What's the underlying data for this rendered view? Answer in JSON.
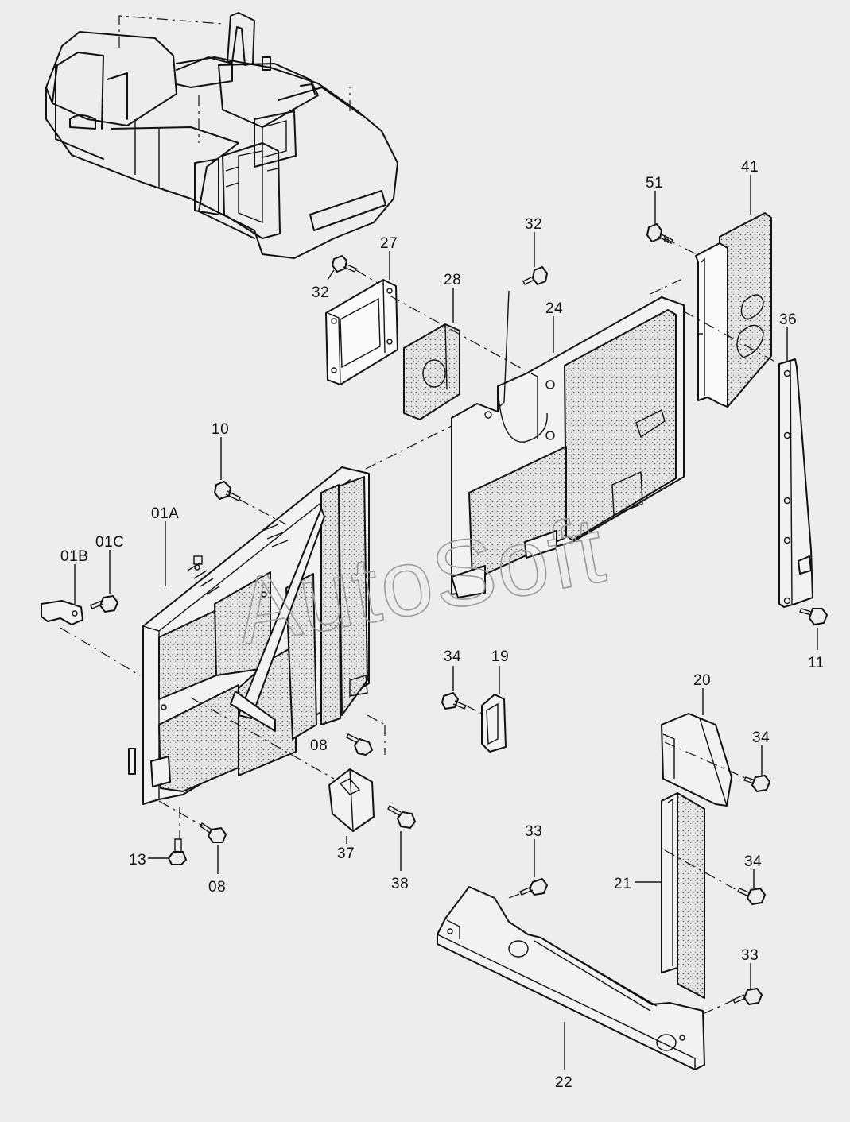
{
  "watermark": "AutoSoft",
  "callouts": {
    "c41": "41",
    "c51": "51",
    "c32a": "32",
    "c27": "27",
    "c28": "28",
    "c32b": "32",
    "c24": "24",
    "c36": "36",
    "c10": "10",
    "c01A": "01A",
    "c01C": "01C",
    "c01B": "01B",
    "c11": "11",
    "c34a": "34",
    "c19": "19",
    "c20": "20",
    "c34b": "34",
    "c08a": "08",
    "c37": "37",
    "c38": "38",
    "c13": "13",
    "c08b": "08",
    "c33a": "33",
    "c34c": "34",
    "c21": "21",
    "c33b": "33",
    "c22": "22"
  },
  "colors": {
    "line": "#111111",
    "background": "#ededed",
    "foam": "#dcdcdc"
  }
}
